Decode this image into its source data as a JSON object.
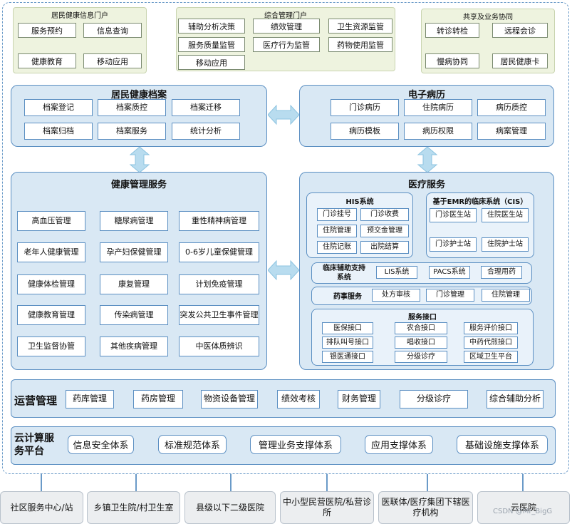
{
  "portals": {
    "resident": {
      "title": "居民健康信息门户",
      "items": [
        "服务预约",
        "信息查询",
        "健康教育",
        "移动应用"
      ]
    },
    "management": {
      "title": "综合管理门户",
      "items": [
        "辅助分析决策",
        "绩效管理",
        "卫生资源监管",
        "服务质量监管",
        "医疗行为监管",
        "药物使用监管",
        "移动应用"
      ]
    },
    "shared": {
      "title": "共享及业务协同",
      "items": [
        "转诊转检",
        "远程会诊",
        "慢病协同",
        "居民健康卡"
      ]
    }
  },
  "health_records": {
    "title": "居民健康档案",
    "items": [
      "档案登记",
      "档案质控",
      "档案迁移",
      "档案归档",
      "档案服务",
      "统计分析"
    ]
  },
  "emr": {
    "title": "电子病历",
    "items": [
      "门诊病历",
      "住院病历",
      "病历质控",
      "病历模板",
      "病历权限",
      "病案管理"
    ]
  },
  "health_mgmt": {
    "title": "健康管理服务",
    "items": [
      "高血压管理",
      "糖尿病管理",
      "重性精神病管理",
      "老年人健康管理",
      "孕产妇保健管理",
      "0-6岁儿童保健管理",
      "健康体检管理",
      "康复管理",
      "计划免疫管理",
      "健康教育管理",
      "传染病管理",
      "突发公共卫生事件管理",
      "卫生监督协管",
      "其他疾病管理",
      "中医体质辨识"
    ]
  },
  "medical": {
    "title": "医疗服务",
    "his": {
      "title": "HIS系统",
      "items": [
        "门诊挂号",
        "门诊收费",
        "住院管理",
        "预交金管理",
        "住院记账",
        "出院结算"
      ]
    },
    "cis": {
      "title": "基于EMR的临床系统（CIS）",
      "items": [
        "门诊医生站",
        "住院医生站",
        "门诊护士站",
        "住院护士站"
      ]
    },
    "clinical": {
      "label": "临床辅助支持系统",
      "items": [
        "LIS系统",
        "PACS系统",
        "合理用药"
      ]
    },
    "pharmacy": {
      "label": "药事服务",
      "items": [
        "处方审核",
        "门诊管理",
        "住院管理"
      ]
    },
    "interfaces": {
      "title": "服务接口",
      "items": [
        "医保接口",
        "农合接口",
        "服务评价接口",
        "排队叫号接口",
        "唱收接口",
        "中药代煎接口",
        "银医通接口",
        "分级诊疗",
        "区域卫生平台"
      ]
    }
  },
  "operations": {
    "title": "运营管理",
    "items": [
      "药库管理",
      "药房管理",
      "物资设备管理",
      "绩效考核",
      "财务管理",
      "分级诊疗",
      "综合辅助分析"
    ]
  },
  "cloud": {
    "title": "云计算服务平台",
    "items": [
      "信息安全体系",
      "标准规范体系",
      "管理业务支撑体系",
      "应用支撑体系",
      "基础设施支撑体系"
    ]
  },
  "institutions": [
    "社区服务中心/站",
    "乡镇卫生院/村卫生室",
    "县级以下二级医院",
    "中小型民营医院/私营诊所",
    "医联体/医疗集团下辖医疗机构",
    "云医院"
  ],
  "watermark": "CSDN @Mr_BigG"
}
